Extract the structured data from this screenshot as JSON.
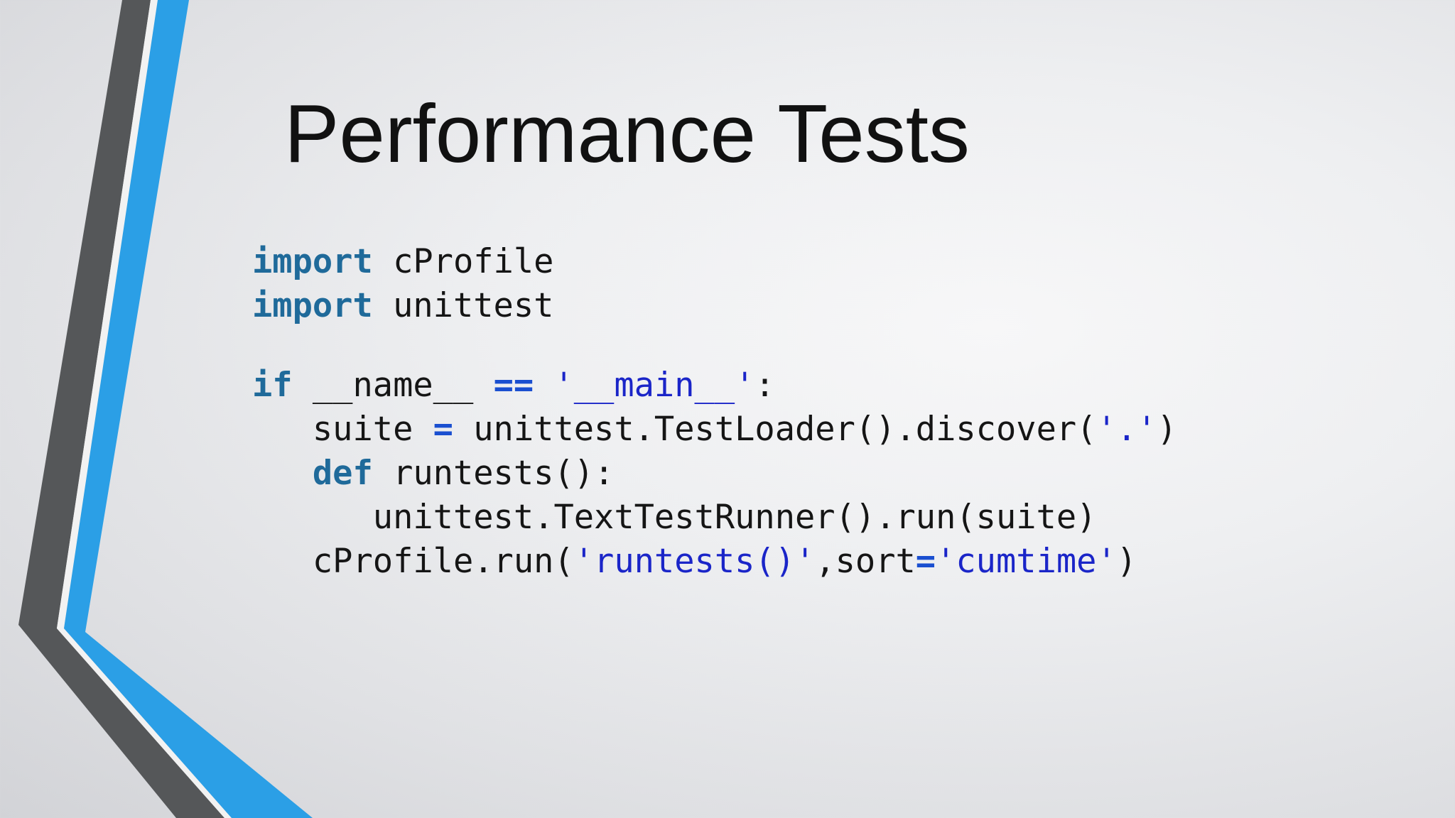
{
  "slide": {
    "title": "Performance Tests",
    "colors": {
      "accent_blue": "#2b9fe6",
      "accent_gray": "#555759",
      "keyword": "#1f6a9a",
      "string": "#1a25c8"
    },
    "code": {
      "l1": {
        "kw": "import",
        "rest": " cProfile"
      },
      "l2": {
        "kw": "import",
        "rest": " unittest"
      },
      "l3": {
        "kw": "if",
        "a": " __name__ ",
        "op": "==",
        "b": " ",
        "str": "'__main__'",
        "c": ":"
      },
      "l4": {
        "indent": "   ",
        "a": "suite ",
        "op": "=",
        "b": " unittest.TestLoader().discover(",
        "str": "'.'",
        "c": ")"
      },
      "l5": {
        "indent": "   ",
        "kw": "def",
        "rest": " runtests():"
      },
      "l6": {
        "indent": "      ",
        "rest": "unittest.TextTestRunner().run(suite)"
      },
      "l7": {
        "indent": "   ",
        "a": "cProfile.run(",
        "str1": "'runtests()'",
        "b": ",sort",
        "op": "=",
        "str2": "'cumtime'",
        "c": ")"
      }
    }
  }
}
